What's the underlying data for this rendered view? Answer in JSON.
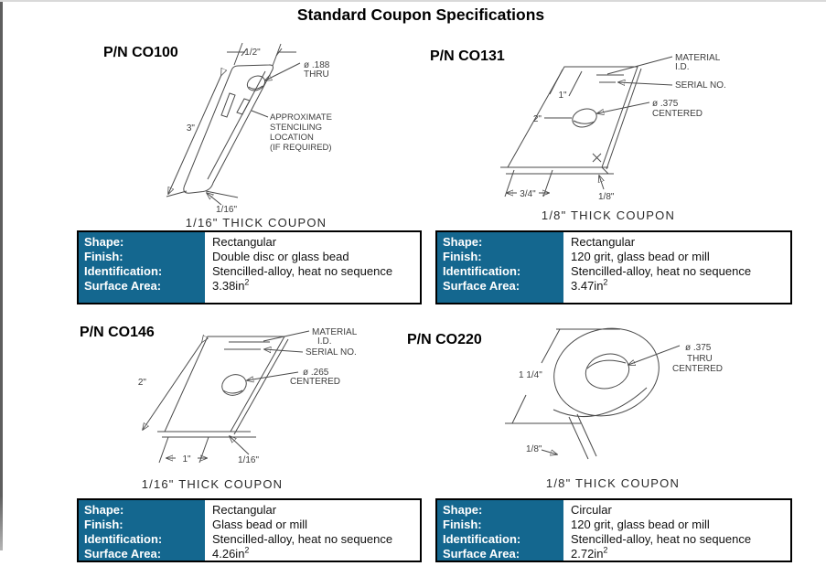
{
  "page": {
    "title": "Standard Coupon Specifications"
  },
  "spec_labels": {
    "shape": "Shape:",
    "finish": "Finish:",
    "identification": "Identification:",
    "surface_area": "Surface Area:"
  },
  "colors": {
    "header_blue": "#14678f",
    "line_gray": "#4a4a4a"
  },
  "coupons": [
    {
      "pn": "P/N CO100",
      "caption": "1/16\" THICK COUPON",
      "shape": "Rectangular",
      "finish": "Double disc or glass bead",
      "identification": "Stencilled-alloy, heat no sequence",
      "surface_area_value": "3.38in",
      "surface_area_exp": "2",
      "annotations": {
        "width": "1/2\"",
        "hole_dia": "ø .188",
        "hole_thru": "THRU",
        "length": "3\"",
        "thickness": "1/16\"",
        "stencil_1": "APPROXIMATE",
        "stencil_2": "STENCILING",
        "stencil_3": "LOCATION",
        "stencil_4": "(IF REQUIRED)"
      }
    },
    {
      "pn": "P/N CO131",
      "caption": "1/8\" THICK COUPON",
      "shape": "Rectangular",
      "finish": "120 grit, glass bead or mill",
      "identification": "Stencilled-alloy, heat no sequence",
      "surface_area_value": "3.47in",
      "surface_area_exp": "2",
      "annotations": {
        "material": "MATERIAL",
        "material_id": "I.D.",
        "serial": "SERIAL NO.",
        "hole_dia": "ø .375",
        "hole_centered": "CENTERED",
        "dim_1": "1\"",
        "dim_2": "2\"",
        "dim_34": "3/4\"",
        "thickness": "1/8\""
      }
    },
    {
      "pn": "P/N CO146",
      "caption": "1/16\" THICK COUPON",
      "shape": "Rectangular",
      "finish": "Glass bead or mill",
      "identification": "Stencilled-alloy, heat no sequence",
      "surface_area_value": "4.26in",
      "surface_area_exp": "2",
      "annotations": {
        "material": "MATERIAL",
        "material_id": "I.D.",
        "serial": "SERIAL NO.",
        "hole_dia": "ø .265",
        "hole_centered": "CENTERED",
        "dim_2": "2\"",
        "dim_1": "1\"",
        "thickness": "1/16\""
      }
    },
    {
      "pn": "P/N CO220",
      "caption": "1/8\" THICK COUPON",
      "shape": "Circular",
      "finish": "120 grit, glass bead or mill",
      "identification": "Stencilled-alloy, heat no sequence",
      "surface_area_value": "2.72in",
      "surface_area_exp": "2",
      "annotations": {
        "hole_dia": "ø .375",
        "hole_thru": "THRU",
        "hole_centered": "CENTERED",
        "diameter": "1 1/4\"",
        "thickness": "1/8\""
      }
    }
  ]
}
